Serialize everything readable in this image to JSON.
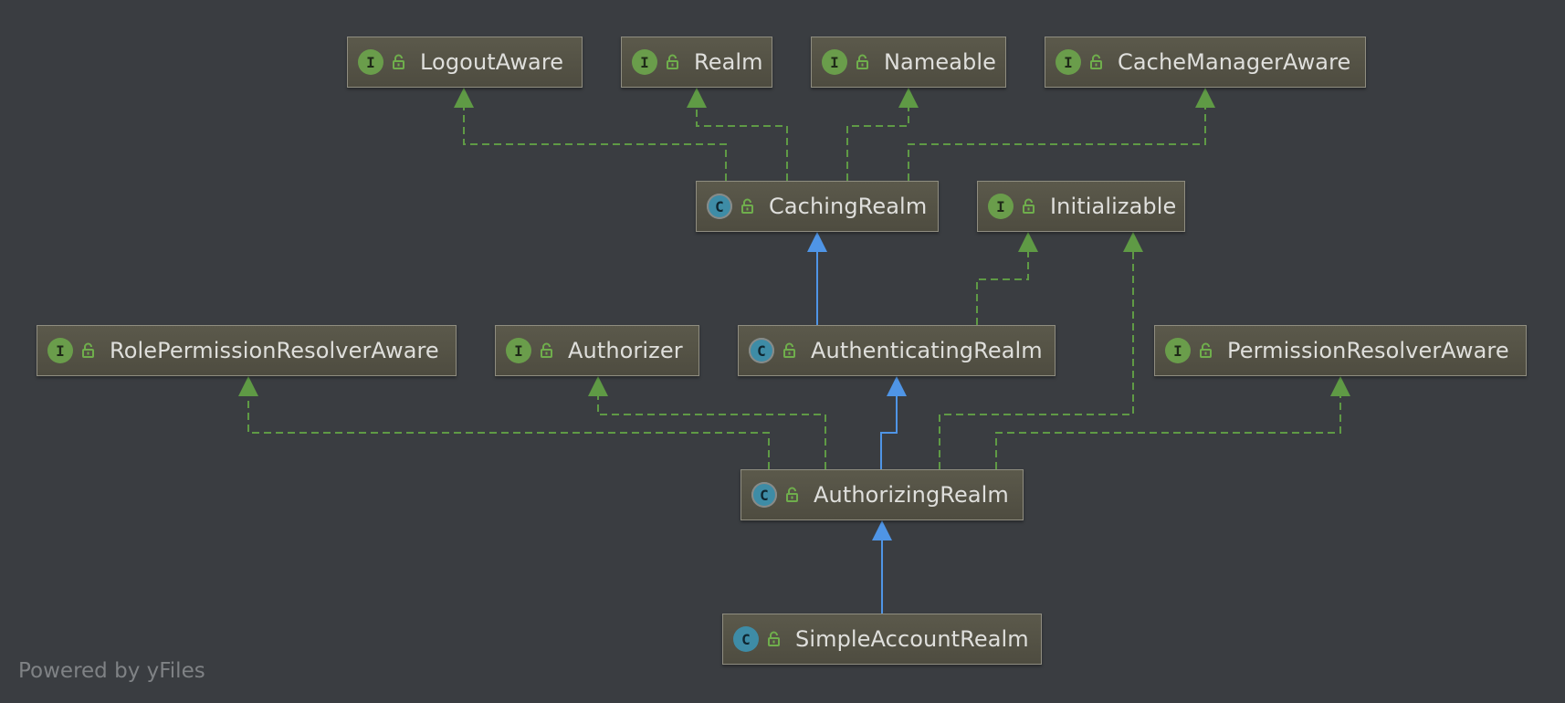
{
  "diagram": {
    "nodes": [
      {
        "id": "LogoutAware",
        "label": "LogoutAware",
        "kind": "interface",
        "kind_letter": "I"
      },
      {
        "id": "Realm",
        "label": "Realm",
        "kind": "interface",
        "kind_letter": "I"
      },
      {
        "id": "Nameable",
        "label": "Nameable",
        "kind": "interface",
        "kind_letter": "I"
      },
      {
        "id": "CacheManagerAware",
        "label": "CacheManagerAware",
        "kind": "interface",
        "kind_letter": "I"
      },
      {
        "id": "CachingRealm",
        "label": "CachingRealm",
        "kind": "abstract",
        "kind_letter": "C"
      },
      {
        "id": "Initializable",
        "label": "Initializable",
        "kind": "interface",
        "kind_letter": "I"
      },
      {
        "id": "RolePermissionResolverAware",
        "label": "RolePermissionResolverAware",
        "kind": "interface",
        "kind_letter": "I"
      },
      {
        "id": "Authorizer",
        "label": "Authorizer",
        "kind": "interface",
        "kind_letter": "I"
      },
      {
        "id": "AuthenticatingRealm",
        "label": "AuthenticatingRealm",
        "kind": "abstract",
        "kind_letter": "C"
      },
      {
        "id": "PermissionResolverAware",
        "label": "PermissionResolverAware",
        "kind": "interface",
        "kind_letter": "I"
      },
      {
        "id": "AuthorizingRealm",
        "label": "AuthorizingRealm",
        "kind": "abstract",
        "kind_letter": "C"
      },
      {
        "id": "SimpleAccountRealm",
        "label": "SimpleAccountRealm",
        "kind": "class",
        "kind_letter": "C"
      }
    ],
    "edges": [
      {
        "from": "CachingRealm",
        "to": "LogoutAware",
        "type": "implements"
      },
      {
        "from": "CachingRealm",
        "to": "Realm",
        "type": "implements"
      },
      {
        "from": "CachingRealm",
        "to": "Nameable",
        "type": "implements"
      },
      {
        "from": "CachingRealm",
        "to": "CacheManagerAware",
        "type": "implements"
      },
      {
        "from": "AuthenticatingRealm",
        "to": "CachingRealm",
        "type": "extends"
      },
      {
        "from": "AuthenticatingRealm",
        "to": "Initializable",
        "type": "implements"
      },
      {
        "from": "AuthorizingRealm",
        "to": "AuthenticatingRealm",
        "type": "extends"
      },
      {
        "from": "AuthorizingRealm",
        "to": "RolePermissionResolverAware",
        "type": "implements"
      },
      {
        "from": "AuthorizingRealm",
        "to": "Authorizer",
        "type": "implements"
      },
      {
        "from": "AuthorizingRealm",
        "to": "Initializable",
        "type": "implements"
      },
      {
        "from": "AuthorizingRealm",
        "to": "PermissionResolverAware",
        "type": "implements"
      },
      {
        "from": "SimpleAccountRealm",
        "to": "AuthorizingRealm",
        "type": "extends"
      }
    ],
    "colors": {
      "background": "#3a3d41",
      "implements_edge": "#5f9a45",
      "extends_edge": "#4f95e6",
      "interface_badge": "#6a9d4b",
      "class_badge": "#3e8ca6",
      "node_text": "#dfdfdc"
    },
    "icons": {
      "visibility": "unlocked-lock-icon"
    }
  },
  "watermark": "Powered by yFiles"
}
